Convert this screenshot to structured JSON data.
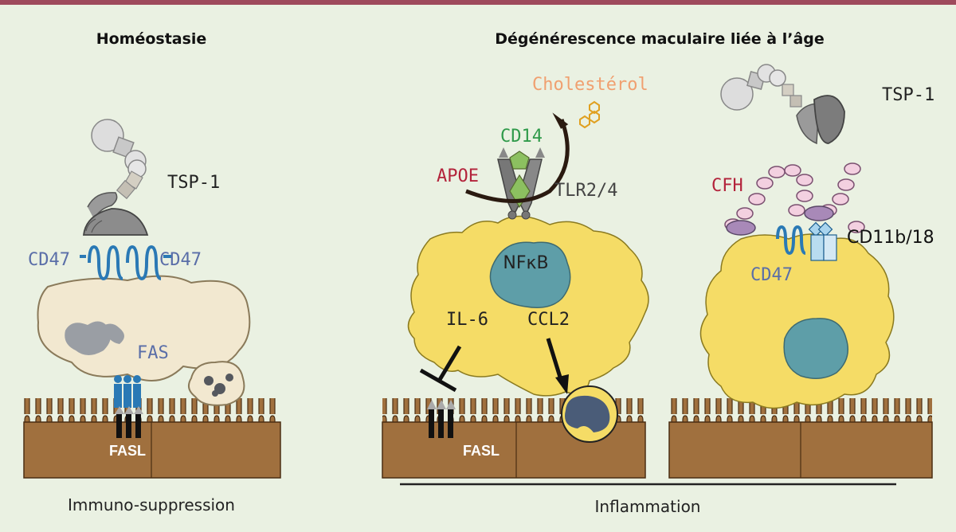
{
  "panels": {
    "left_title": "Homéostasie",
    "right_title": "Dégénérescence maculaire liée à l’âge",
    "left_caption": "Immuno-suppression",
    "right_caption": "Inflammation"
  },
  "labels": {
    "tsp1_left": "TSP-1",
    "cd47_left_a": "CD47",
    "cd47_left_b": "CD47",
    "fas": "FAS",
    "fasl_left": "FASL",
    "cholesterol": "Cholestérol",
    "cd14": "CD14",
    "apoe": "APOE",
    "tlr": "TLR2/4",
    "nfkb": "NFκB",
    "il6": "IL-6",
    "ccl2": "CCL2",
    "fasl_mid": "FASL",
    "tsp1_right": "TSP-1",
    "cfh": "CFH",
    "cd11b": "CD11b/18",
    "cd47_right": "CD47"
  },
  "colors": {
    "background": "#eaf1e2",
    "top_bar": "#9e4a5c",
    "retina": "#a0703e",
    "macrophage": "#f5dc66",
    "quiescent_cell": "#f2e8d0",
    "nucleus": "#5e9ea8",
    "cd47": "#2a79b5",
    "cholesterol_text": "#f0a070",
    "cd14_text": "#2f9a4a",
    "apoe_text": "#b3233b",
    "cfh_text": "#b3233b",
    "cd47_text": "#5a6ea8"
  }
}
